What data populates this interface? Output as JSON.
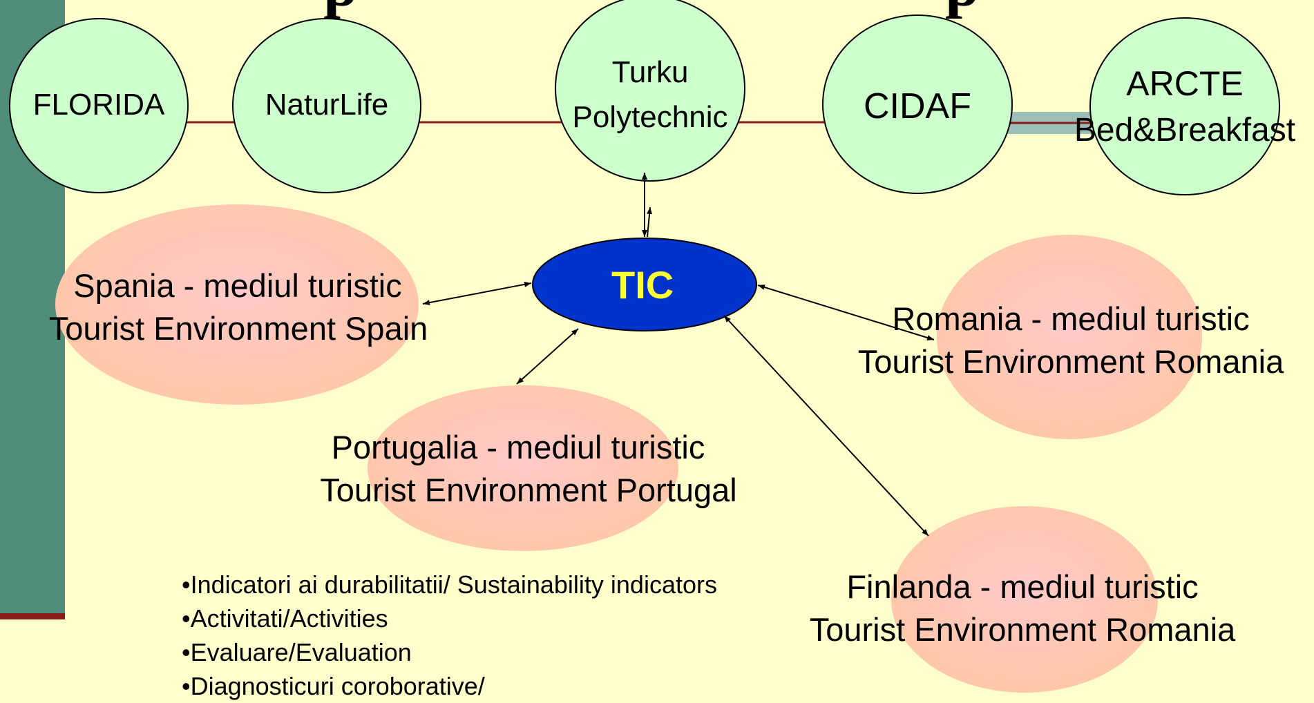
{
  "nodes": {
    "florida": "FLORIDA",
    "naturlife": "NaturLife",
    "turku_line1": "Turku",
    "turku_line2": "Polytechnic",
    "cidaf": "CIDAF",
    "arcte_line1": "ARCTE",
    "arcte_line2": "Bed&Breakfast",
    "tic": "TIC"
  },
  "environments": {
    "spain_line1": "Spania - mediul turistic",
    "spain_line2": "Tourist Environment Spain",
    "portugal_line1": "Portugalia - mediul turistic",
    "portugal_line2": "Tourist Environment Portugal",
    "romania_line1": "Romania - mediul turistic",
    "romania_line2": "Tourist Environment Romania",
    "finland_line1": "Finlanda - mediul turistic",
    "finland_line2": "Tourist Environment Romania"
  },
  "bullets": [
    "•Indicatori ai durabilitatii/ Sustainability indicators",
    "•Activitati/Activities",
    "•Evaluare/Evaluation",
    "•Diagnosticuri coroborative/"
  ],
  "colors": {
    "background": "#FFFFCC",
    "sidebar": "#4F8C7A",
    "sidebar_line": "#8B1A1A",
    "partner_circle": "#CCFFCC",
    "connector_line": "#8B1A1A",
    "tic_fill": "#0033CC",
    "tic_text": "#FFFF33",
    "environment_fill": "#FFC8B4"
  }
}
